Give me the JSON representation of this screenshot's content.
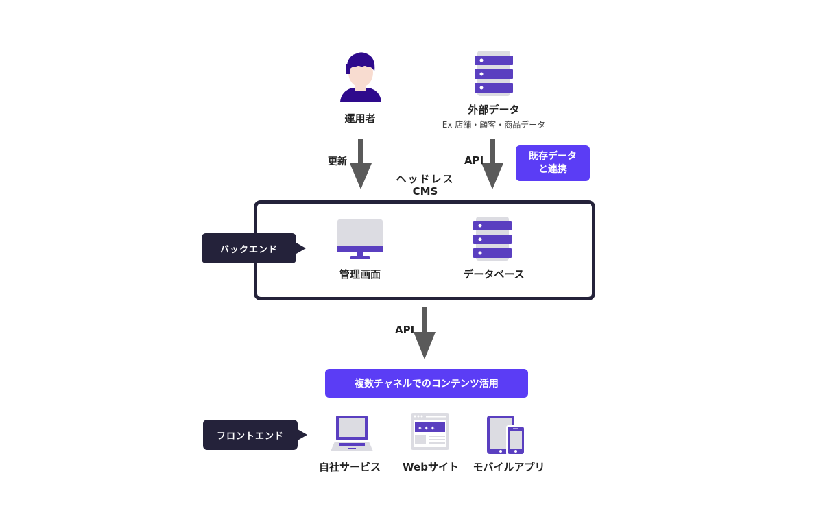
{
  "operator": {
    "label": "運用者",
    "icon": "person-icon"
  },
  "external_data": {
    "label": "外部データ",
    "sublabel": "Ex 店舗・顧客・商品データ",
    "icon": "server-icon"
  },
  "arrows": {
    "update_label": "更新",
    "api_label_top": "API",
    "api_label_bottom": "API"
  },
  "integration_badge": {
    "line1": "既存データ",
    "line2": "と連携"
  },
  "headless_cms": {
    "line1": "ヘッドレス",
    "line2": "CMS"
  },
  "backend": {
    "callout": "バックエンド",
    "admin": {
      "label": "管理画面",
      "icon": "monitor-icon"
    },
    "database": {
      "label": "データベース",
      "icon": "server-icon"
    }
  },
  "multichannel": {
    "label": "複数チャネルでのコンテンツ活用"
  },
  "frontend": {
    "callout": "フロントエンド",
    "channels": [
      {
        "label": "自社サービス",
        "icon": "laptop-icon"
      },
      {
        "label": "Webサイト",
        "icon": "browser-icon"
      },
      {
        "label": "モバイルアプリ",
        "icon": "mobile-devices-icon"
      }
    ]
  },
  "colors": {
    "accent": "#5b3df5",
    "icon_purple": "#5a3fc0",
    "dark": "#24223a",
    "icon_gray": "#dcdce2",
    "arrow": "#5a5a5a",
    "skin": "#f8dcd0",
    "hair": "#2e0a8c"
  }
}
